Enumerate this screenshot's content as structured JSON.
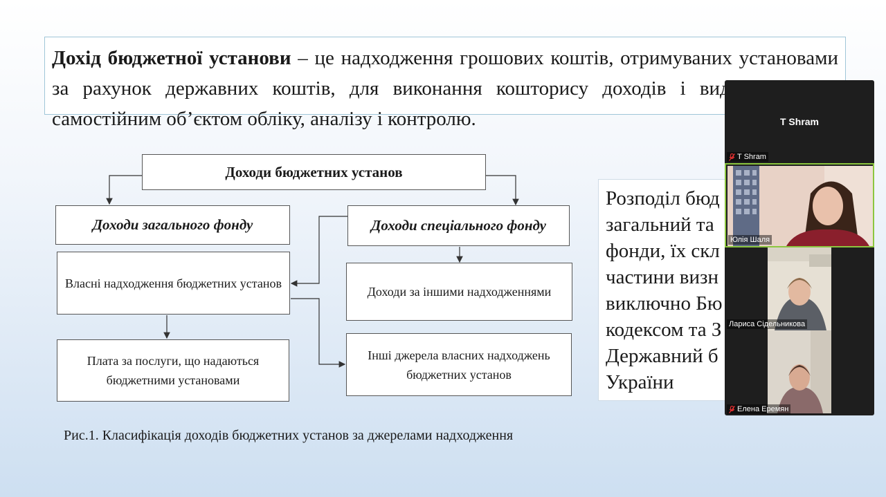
{
  "definition": {
    "term": "Дохід бюджетної установи",
    "text": " – це надходження грошових коштів, отримуваних установами за рахунок державних коштів, для виконання кошторису доходів і видатків, які є самостійним об’єктом обліку, аналізу і контролю."
  },
  "diagram": {
    "root": "Доходи бюджетних установ",
    "general_fund": "Доходи загального фонду",
    "special_fund": "Доходи спеціального фонду",
    "own_revenue": "Власні надходження бюджетних установ",
    "service_fees": "Плата за послуги, що надаються бюджетними установами",
    "other_revenue": "Доходи за іншими надходженнями",
    "other_sources": "Інші джерела власних надходжень бюджетних установ"
  },
  "caption": "Рис.1. Класифікація доходів бюджетних установ за джерелами надходження",
  "side_text": {
    "lines": [
      "Розподіл бюд",
      "загальний та",
      "фонди, їх скл",
      "частини визн",
      "виключно Бю",
      "кодексом та З",
      "Державний б",
      "України"
    ]
  },
  "participants": [
    {
      "name": "T Shram",
      "label": "T Shram",
      "muted": true,
      "video": false
    },
    {
      "name": "Юлія Шаля",
      "muted": false,
      "video": true,
      "speaking": true
    },
    {
      "name": "Лариса Сідельникова",
      "muted": false,
      "video": true
    },
    {
      "name": "Елена Еремян",
      "muted": true,
      "video": true
    }
  ],
  "colors": {
    "speaker_border": "#8cc63f",
    "muted_icon": "#e03030",
    "gallery_bg": "#1e1e1e"
  }
}
